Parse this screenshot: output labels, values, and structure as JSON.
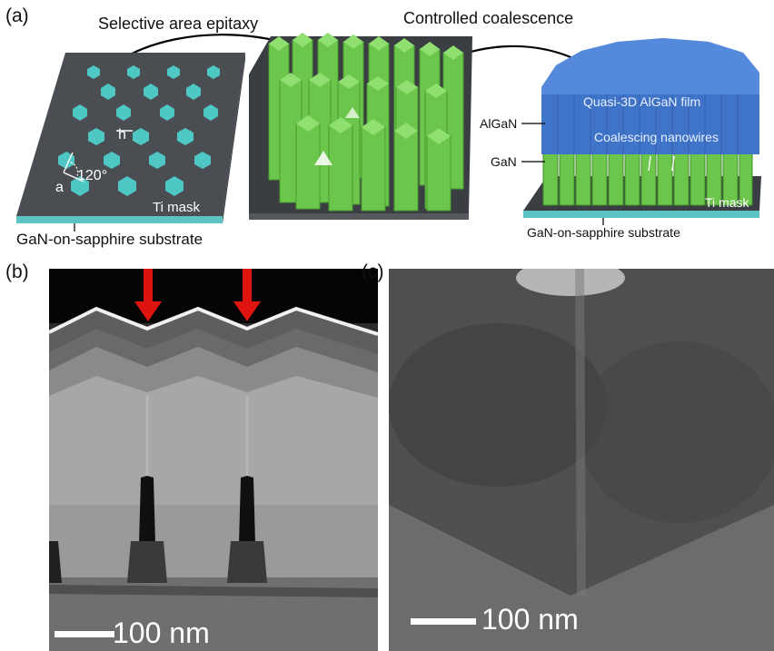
{
  "figure": {
    "panel_a": {
      "label": "(a)",
      "step1_title": "Selective area epitaxy",
      "step2_title": "Controlled coalescence",
      "left_platform": {
        "mask_label": "Ti mask",
        "angle_label": "120°",
        "pitch_label": "a",
        "height_label": "h",
        "substrate_label": "GaN-on-sapphire substrate"
      },
      "right_platform": {
        "film_label": "Quasi-3D AlGaN film",
        "nanowire_label": "Coalescing nanowires",
        "algan_label": "AlGaN",
        "gan_label": "GaN",
        "mask_label": "Ti mask",
        "substrate_label": "GaN-on-sapphire substrate"
      }
    },
    "panel_b": {
      "label": "(b)",
      "scalebar_text": "100 nm"
    },
    "panel_c": {
      "label": "(c)",
      "scalebar_text": "100 nm"
    }
  },
  "colors": {
    "mask": "#4a4d52",
    "substrate_edge": "#5bc4c2",
    "hex_pad": "#4fc7c4",
    "nanowire_green": "#6bc64b",
    "algan_blue": "#3f74c9",
    "arrow_red": "#e0140e"
  },
  "icons": [
    "curved-arrow-icon",
    "down-arrow-icon"
  ]
}
